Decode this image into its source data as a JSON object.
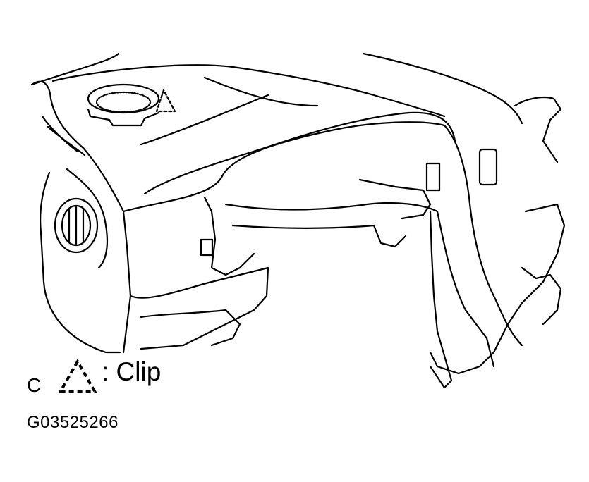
{
  "legend": {
    "letter": "C",
    "label": ": Clip",
    "symbol_icon": "dashed-triangle-clip-icon"
  },
  "figure_id": "G03525266"
}
